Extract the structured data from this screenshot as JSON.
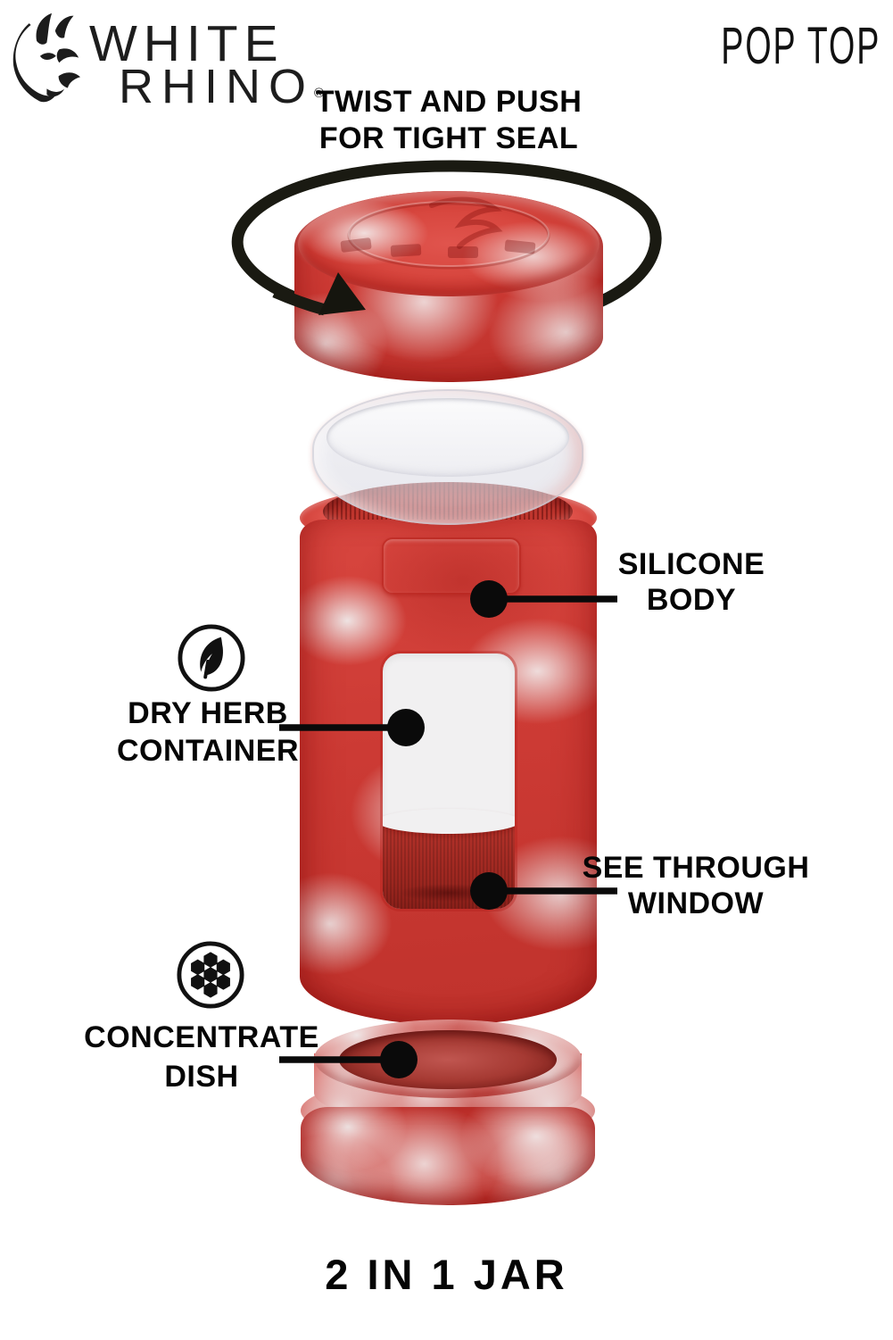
{
  "brand": {
    "word1": "WHITE",
    "word2": "RHINO",
    "registered_mark": "®",
    "logo_icon": "rhino-head-icon"
  },
  "header": {
    "product_line": "POP TOP"
  },
  "instruction": {
    "line1": "TWIST AND PUSH",
    "line2": "FOR TIGHT SEAL",
    "icon": "rotation-arrow-icon"
  },
  "annotations": {
    "silicone_body": {
      "line1": "SILICONE",
      "line2": "BODY"
    },
    "dry_herb_container": {
      "line1": "DRY HERB",
      "line2": "CONTAINER",
      "icon": "leaf-icon"
    },
    "see_through_window": {
      "line1": "SEE THROUGH",
      "line2": "WINDOW"
    },
    "concentrate_dish": {
      "line1": "CONCENTRATE",
      "line2": "DISH",
      "icon": "honeycomb-icon"
    }
  },
  "footer": {
    "title": "2 IN 1 JAR"
  },
  "colors": {
    "red_primary": "#d0423c",
    "red_dark": "#9c261f",
    "swirl_white": "#efe9e9",
    "glass": "#ececf1",
    "ink": "#0c0c0c",
    "arrow_black": "#1a1a12"
  }
}
